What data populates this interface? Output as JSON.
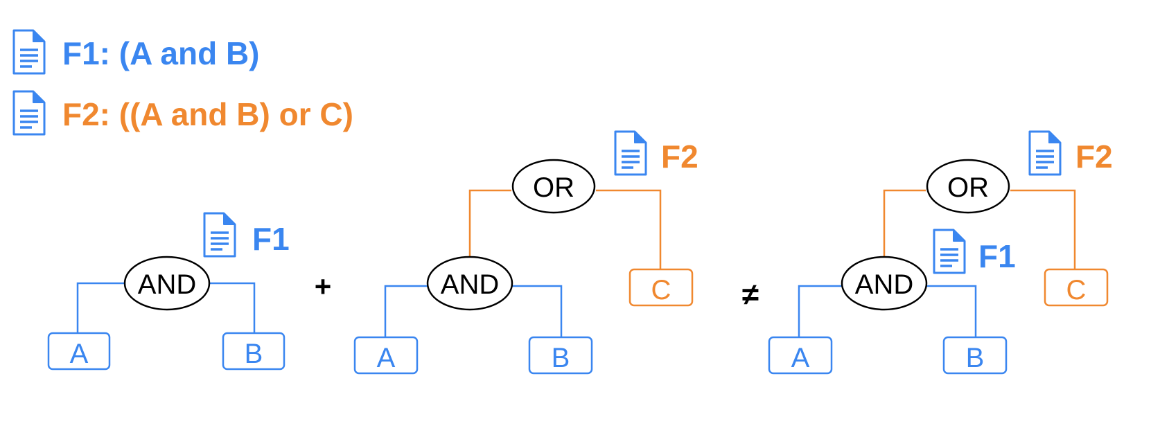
{
  "legend": [
    {
      "text": "F1: (A and B)",
      "color": "#3a86f0",
      "icon": "document-icon"
    },
    {
      "text": "F2: ((A and B) or C)",
      "color": "#f0882f",
      "icon": "document-icon"
    }
  ],
  "colors": {
    "f1": "#3a86f0",
    "f2": "#f0882f",
    "doc_icon": "#3a86f0",
    "node_stroke": "#000000",
    "text": "#000000"
  },
  "trees": {
    "tree1": {
      "and_label": "AND",
      "leaf_a": "A",
      "leaf_b": "B",
      "tag_f1": "F1"
    },
    "tree2": {
      "or_label": "OR",
      "and_label": "AND",
      "leaf_a": "A",
      "leaf_b": "B",
      "leaf_c": "C",
      "tag_f2": "F2"
    },
    "tree3": {
      "or_label": "OR",
      "and_label": "AND",
      "leaf_a": "A",
      "leaf_b": "B",
      "leaf_c": "C",
      "tag_f1": "F1",
      "tag_f2": "F2"
    }
  },
  "operators": {
    "plus": "+",
    "not_equal": "≠"
  }
}
